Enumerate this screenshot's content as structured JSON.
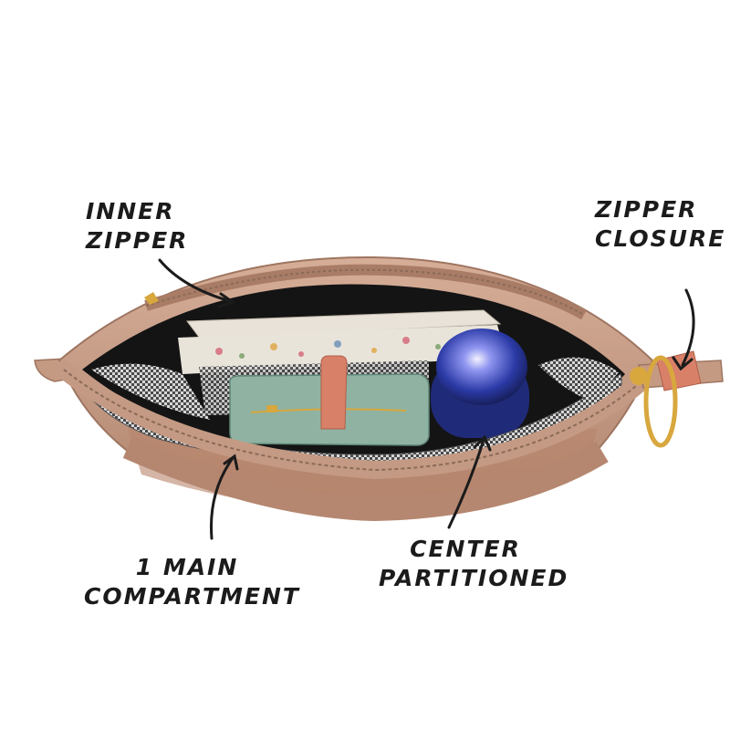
{
  "callouts": {
    "inner_zipper": {
      "line1": "INNER",
      "line2": "ZIPPER"
    },
    "zipper_closure": {
      "line1": "ZIPPER",
      "line2": "CLOSURE"
    },
    "main_compartment": {
      "line1": "1 MAIN",
      "line2": "COMPARTMENT"
    },
    "center_partitioned": {
      "line1": "CENTER",
      "line2": "PARTITIONED"
    }
  },
  "colors": {
    "bag_tan": "#c9a08a",
    "bag_tan_dark": "#a97c66",
    "lining_gray": "#6e6e6e",
    "pouch_green": "#8fb2a2",
    "strap_coral": "#d88068",
    "bottle_blue": "#2a3f9e",
    "ring_gold": "#d8a73e"
  }
}
